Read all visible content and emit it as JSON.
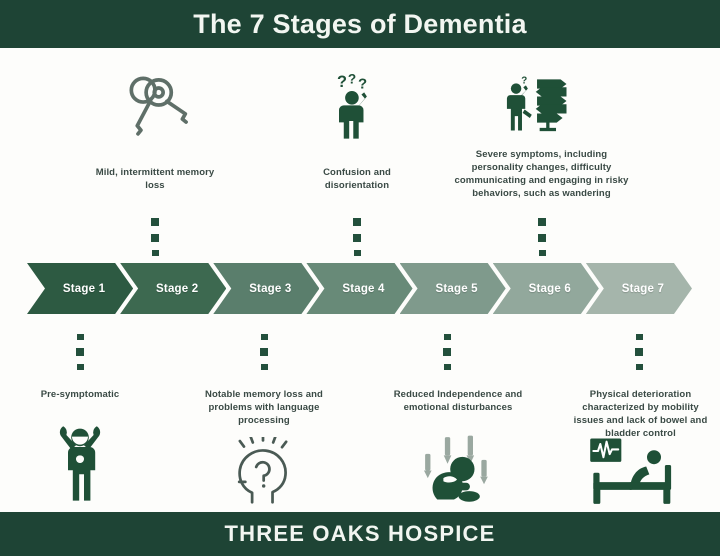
{
  "header": {
    "title": "The 7 Stages of Dementia",
    "bar_color": "#1e4435"
  },
  "footer": {
    "title": "THREE OAKS HOSPICE",
    "bar_color": "#1e4435"
  },
  "stages": [
    {
      "label": "Stage 1",
      "color": "#2d5a42"
    },
    {
      "label": "Stage 2",
      "color": "#3d6950"
    },
    {
      "label": "Stage 3",
      "color": "#5a7e6c"
    },
    {
      "label": "Stage 4",
      "color": "#688a78"
    },
    {
      "label": "Stage 5",
      "color": "#7f9a8c"
    },
    {
      "label": "Stage 6",
      "color": "#92a89c"
    },
    {
      "label": "Stage 7",
      "color": "#a5b5ab"
    }
  ],
  "callouts_top": [
    {
      "stage": "Stage 2",
      "text": "Mild, intermittent memory loss",
      "icon": "keys-icon"
    },
    {
      "stage": "Stage 4",
      "text": "Confusion and disorientation",
      "icon": "confused-person-icon"
    },
    {
      "stage": "Stage 6",
      "text": "Severe symptoms, including personality changes, difficulty communicating and engaging in risky behaviors, such as wandering",
      "icon": "person-signpost-icon"
    }
  ],
  "callouts_bottom": [
    {
      "stage": "Stage 1",
      "text": "Pre-symptomatic",
      "icon": "celebrating-person-icon"
    },
    {
      "stage": "Stage 3",
      "text": "Notable memory loss and problems with language processing",
      "icon": "head-question-mark-icon"
    },
    {
      "stage": "Stage 5",
      "text": "Reduced Independence and emotional disturbances",
      "icon": "distressed-person-icon"
    },
    {
      "stage": "Stage 7",
      "text": "Physical deterioration characterized by mobility issues and lack of bowel and bladder control",
      "icon": "patient-in-bed-icon"
    }
  ],
  "palette": {
    "brand_green": "#1e4435",
    "icon_green": "#1f5037",
    "text_gray": "#3a4a45",
    "background": "#fdfdfb"
  }
}
